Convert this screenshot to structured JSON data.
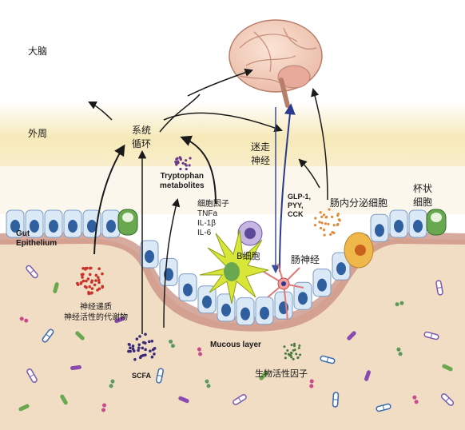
{
  "regions": {
    "brain": "大脑",
    "periphery": "外周"
  },
  "nodes": {
    "systemic_circulation": "系统\n循环",
    "vagus_nerve": "迷走\n神经",
    "tryptophan": "Tryptophan\nmetabolites",
    "cytokines": "细胞因子\nTNFa\nIL-1β\nIL-6",
    "hormones": "GLP-1,\nPYY,\nCCK",
    "enteroendocrine_cells": "肠内分泌细胞",
    "goblet_cells": "杯状\n细胞",
    "gut_epithelium": "Gut\nEpithelium",
    "b_cell": "B细胞",
    "enteric_nerve": "肠神经",
    "neurotransmitters": "神经递质\n神经活性的代谢物",
    "scfa": "SCFA",
    "mucous_layer": "Mucous layer",
    "bioactive_factors": "生物活性因子"
  },
  "colors": {
    "brain_band": "#ffffff",
    "periphery_band": "#f6e9b8",
    "lumen": "#f1dcc4",
    "epithelium_cell": "#dbe8f6",
    "nucleus": "#2f5f9e",
    "arrow": "#1a1a1a",
    "vagus_arrow": "#2a3a8c",
    "neurotransmitter_dots": "#c8332a",
    "scfa_dots": "#3a2a78",
    "hormone_dots": "#e08a3a",
    "bioactive_dots": "#4a7a3a",
    "dendritic_cell": "#d8e63a",
    "goblet_cell": "#6aa84f",
    "enteroendocrine_cell": "#f0b74a"
  }
}
